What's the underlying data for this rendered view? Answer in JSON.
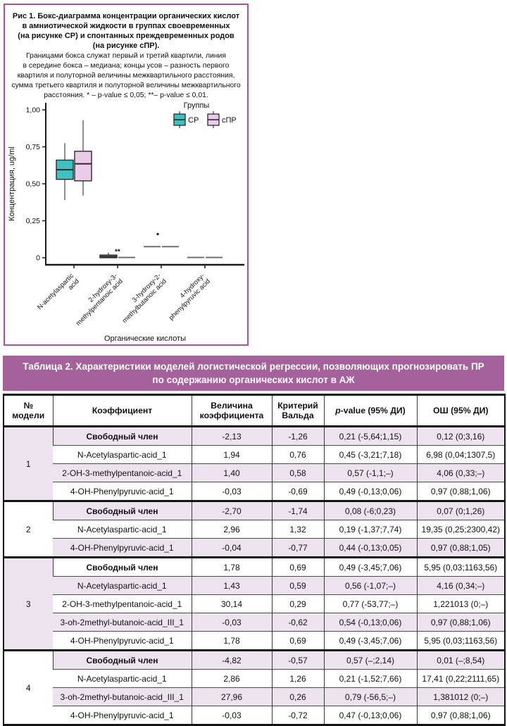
{
  "figure": {
    "title_lines": [
      "Рис 1. Бокс-диаграмма концентрации органических кислот",
      "в амниотической жидкости в группах своевременных",
      "(на рисунке СР) и спонтанных преждевременных родов",
      "(на рисунке сПР)."
    ],
    "caption_lines": [
      "Границами бокса служат первый и третий квартили, линия",
      "в середине бокса – медиана; концы усов – разность первого",
      "квартиля и полуторной величины межквартильного расстояния,",
      "сумма третьего квартиля и полуторной величины межквартильного",
      "расстояния. * – p-value ≤ 0,05; **– p-value ≤ 0,01."
    ],
    "ylabel": "Концентрация, ug/ml",
    "xlabel": "Органические кислоты",
    "ytick_labels": [
      "0",
      "0,25",
      "0,50",
      "0,75",
      "1,00"
    ],
    "legend": {
      "title": "Группы",
      "items": [
        {
          "label": "СР",
          "color": "#3ec1c1"
        },
        {
          "label": "сПР",
          "color": "#eccae9"
        }
      ]
    }
  },
  "chart_data": {
    "type": "boxplot",
    "title": "Бокс-диаграмма концентрации органических кислот в амниотической жидкости",
    "xlabel": "Органические кислоты",
    "ylabel": "Концентрация, ug/ml",
    "ylim": [
      0,
      1.0
    ],
    "yticks": [
      0,
      0.25,
      0.5,
      0.75,
      1.0
    ],
    "categories": [
      [
        "N-acetylaspartic",
        "acid"
      ],
      [
        "2-hydroxy-3-",
        "methylpentanoic acid"
      ],
      [
        "3-hydroxy-2-",
        "methylbutanoic acid"
      ],
      [
        "4-hydroxy-",
        "phenylpyruvic acid"
      ]
    ],
    "series": [
      {
        "name": "СР",
        "color": "#3ec1c1",
        "boxes": [
          {
            "min": 0.39,
            "q1": 0.53,
            "med": 0.595,
            "q3": 0.66,
            "max": 0.775
          },
          {
            "min": 0.0,
            "q1": 0.0,
            "med": 0.008,
            "q3": 0.018,
            "max": 0.035
          },
          {
            "min": 0.075,
            "q1": 0.075,
            "med": 0.075,
            "q3": 0.075,
            "max": 0.075
          },
          {
            "min": 0.002,
            "q1": 0.002,
            "med": 0.002,
            "q3": 0.002,
            "max": 0.002
          }
        ]
      },
      {
        "name": "сПР",
        "color": "#eccae9",
        "boxes": [
          {
            "min": 0.42,
            "q1": 0.52,
            "med": 0.635,
            "q3": 0.72,
            "max": 0.93
          },
          {
            "min": 0.002,
            "q1": 0.002,
            "med": 0.002,
            "q3": 0.002,
            "max": 0.002
          },
          {
            "min": 0.075,
            "q1": 0.075,
            "med": 0.075,
            "q3": 0.075,
            "max": 0.075
          },
          {
            "min": 0.002,
            "q1": 0.002,
            "med": 0.002,
            "q3": 0.002,
            "max": 0.002
          }
        ]
      }
    ],
    "annotations": [
      {
        "category": 1,
        "series": "СР",
        "text": "**",
        "value": 0.04,
        "style": "text"
      },
      {
        "category": 2,
        "series": "СР",
        "text": "*",
        "value": 0.16,
        "style": "dot"
      }
    ],
    "legend_position": "top-right",
    "grid": false
  },
  "table": {
    "title": "Таблица 2. Характеристики моделей логистической регрессии, позволяющих прогнозировать ПР по содержанию органических кислот в АЖ",
    "columns": [
      "№ модели",
      "Коэффициент",
      "Величина коэффициента",
      "Критерий Вальда",
      "p-value (95% ДИ)",
      "ОШ (95% ДИ)"
    ],
    "models": [
      {
        "number": "1",
        "rows": [
          {
            "coef": "Свободный член",
            "bold": true,
            "value": "-2,13",
            "wald": "-1,26",
            "p": "0,21 (-5,64;1,15)",
            "or": "0,12 (0;3,16)"
          },
          {
            "coef": "N-Acetylaspartic-acid_1",
            "bold": false,
            "value": "1,94",
            "wald": "0,76",
            "p": "0,45 (-3,21;7,18)",
            "or": "6,98 (0,04;1307,5)"
          },
          {
            "coef": "2-OH-3-methylpentanoic-acid_1",
            "bold": false,
            "value": "1,40",
            "wald": "0,58",
            "p": "0,57 (-1,1;–)",
            "or": "4,06 (0,33;–)"
          },
          {
            "coef": "4-OH-Phenylpyruvic-acid_1",
            "bold": false,
            "value": "-0,03",
            "wald": "-0,69",
            "p": "0,49 (-0,13;0,06)",
            "or": "0,97 (0,88;1,06)"
          }
        ]
      },
      {
        "number": "2",
        "rows": [
          {
            "coef": "Свободный член",
            "bold": true,
            "value": "-2,70",
            "wald": "-1,74",
            "p": "0,08 (-6;0,23)",
            "or": "0,07 (0;1,26)"
          },
          {
            "coef": "N-Acetylaspartic-acid_1",
            "bold": false,
            "value": "2,96",
            "wald": "1,32",
            "p": "0,19 (-1,37;7,74)",
            "or": "19,35 (0,25;2300,42)"
          },
          {
            "coef": "4-OH-Phenylpyruvic-acid_1",
            "bold": false,
            "value": "-0,04",
            "wald": "-0,77",
            "p": "0,44 (-0,13;0,05)",
            "or": "0,97 (0,88;1,05)"
          }
        ]
      },
      {
        "number": "3",
        "rows": [
          {
            "coef": "Свободный член",
            "bold": true,
            "value": "1,78",
            "wald": "0,69",
            "p": "0,49 (-3,45;7,06)",
            "or": "5,95 (0,03;1163,56)"
          },
          {
            "coef": "N-Acetylaspartic-acid_1",
            "bold": false,
            "value": "1,43",
            "wald": "0,59",
            "p": "0,56 (-1,07;–)",
            "or": "4,16 (0,34;–)"
          },
          {
            "coef": "2-OH-3-methylpentanoic-acid_1",
            "bold": false,
            "value": "30,14",
            "wald": "0,29",
            "p": "0,77 (-53,77;–)",
            "or": "1,221013 (0;–)"
          },
          {
            "coef": "3-oh-2methyl-butanoic-acid_III_1",
            "bold": false,
            "value": "-0,03",
            "wald": "-0,62",
            "p": "0,54 (-0,13;0,06)",
            "or": "0,97 (0,88;1,06)"
          },
          {
            "coef": "4-OH-Phenylpyruvic-acid_1",
            "bold": false,
            "value": "1,78",
            "wald": "0,69",
            "p": "0,49 (-3,45;7,06)",
            "or": "5,95 (0,03;1163,56)"
          }
        ]
      },
      {
        "number": "4",
        "rows": [
          {
            "coef": "Свободный член",
            "bold": true,
            "value": "-4,82",
            "wald": "-0,57",
            "p": "0,57 (–;2,14)",
            "or": "0,01 (–;8,54)"
          },
          {
            "coef": "N-Acetylaspartic-acid_1",
            "bold": false,
            "value": "2,86",
            "wald": "1,26",
            "p": "0,21 (-1,52;7,66)",
            "or": "17,41 (0,22;2111,65)"
          },
          {
            "coef": "3-oh-2methyl-butanoic-acid_III_1",
            "bold": false,
            "value": "27,96",
            "wald": "0,26",
            "p": "0,79 (-56,5;–)",
            "or": "1,381012 (0;–)"
          },
          {
            "coef": "4-OH-Phenylpyruvic-acid_1",
            "bold": false,
            "value": "-0,03",
            "wald": "-0,72",
            "p": "0,47 (-0,13;0,06)",
            "or": "0,97 (0,88;1,06)"
          }
        ]
      }
    ]
  },
  "colors": {
    "figure_border": "#b0519e",
    "table_band": "#a4619c",
    "row_lavender": "#ece3ee",
    "teal": "#3ec1c1",
    "pink": "#eccae9",
    "axis": "#1a1a1a",
    "box_stroke": "#2b2b2b",
    "flat_line": "#707070"
  }
}
